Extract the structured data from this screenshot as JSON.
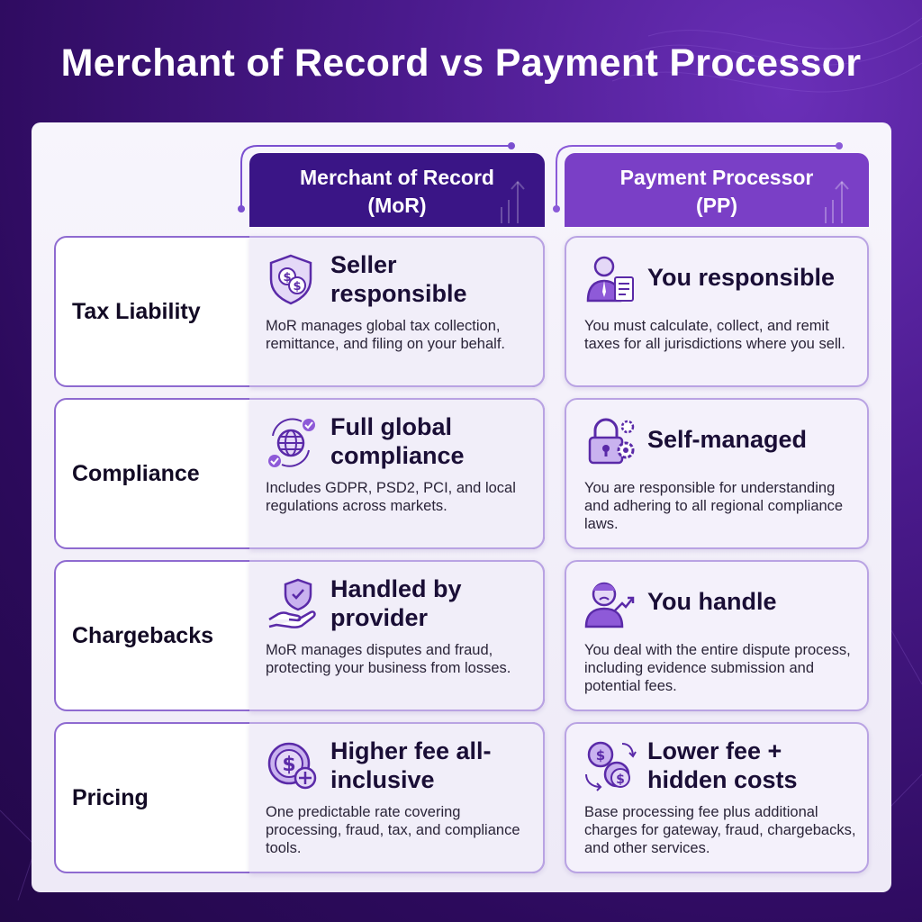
{
  "title": "Merchant of Record vs Payment Processor",
  "columns": {
    "mor": {
      "line1": "Merchant of Record",
      "line2": "(MoR)"
    },
    "pp": {
      "line1": "Payment Processor",
      "line2": "(PP)"
    }
  },
  "rows": [
    {
      "label": "Tax Liability",
      "mor": {
        "icon": "shield-dollar-icon",
        "heading": "Seller responsible",
        "desc": "MoR manages global tax collection, remittance, and filing on your behalf."
      },
      "pp": {
        "icon": "person-document-icon",
        "heading": "You responsible",
        "desc": "You must calculate, collect, and remit taxes for all jurisdictions where you sell."
      }
    },
    {
      "label": "Compliance",
      "mor": {
        "icon": "globe-check-icon",
        "heading": "Full global compliance",
        "desc": "Includes GDPR, PSD2, PCI, and local regulations across markets."
      },
      "pp": {
        "icon": "lock-gears-icon",
        "heading": "Self-managed",
        "desc": "You are responsible for understanding and adhering to all regional compliance laws."
      }
    },
    {
      "label": "Chargebacks",
      "mor": {
        "icon": "hand-shield-icon",
        "heading": "Handled by provider",
        "desc": "MoR manages disputes and fraud, protecting your business from losses."
      },
      "pp": {
        "icon": "stressed-person-icon",
        "heading": "You handle",
        "desc": "You deal with the entire dispute process, including evidence submission and potential fees."
      }
    },
    {
      "label": "Pricing",
      "mor": {
        "icon": "dollar-plus-icon",
        "heading": "Higher fee all-inclusive",
        "desc": "One predictable rate covering processing, fraud, tax, and compliance tools."
      },
      "pp": {
        "icon": "coins-exchange-icon",
        "heading": "Lower fee + hidden costs",
        "desc": "Base processing fee plus additional charges for gateway, fraud, chargebacks, and other services."
      }
    }
  ],
  "colors": {
    "mor_header": "#3a1586",
    "pp_header": "#7a3fc6",
    "icon": "#6a35b8",
    "background": "#2c0a5c"
  }
}
